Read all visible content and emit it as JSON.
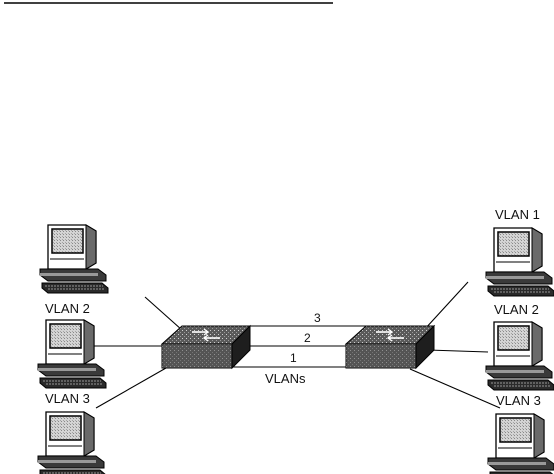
{
  "diagram": {
    "pc_labels": {
      "left_middle": "VLAN 2",
      "left_bottom": "VLAN 3",
      "right_top": "VLAN 1",
      "right_middle": "VLAN 2",
      "right_bottom": "VLAN 3"
    },
    "trunk": {
      "line_numbers": [
        "3",
        "2",
        "1"
      ],
      "caption": "VLANs"
    }
  }
}
